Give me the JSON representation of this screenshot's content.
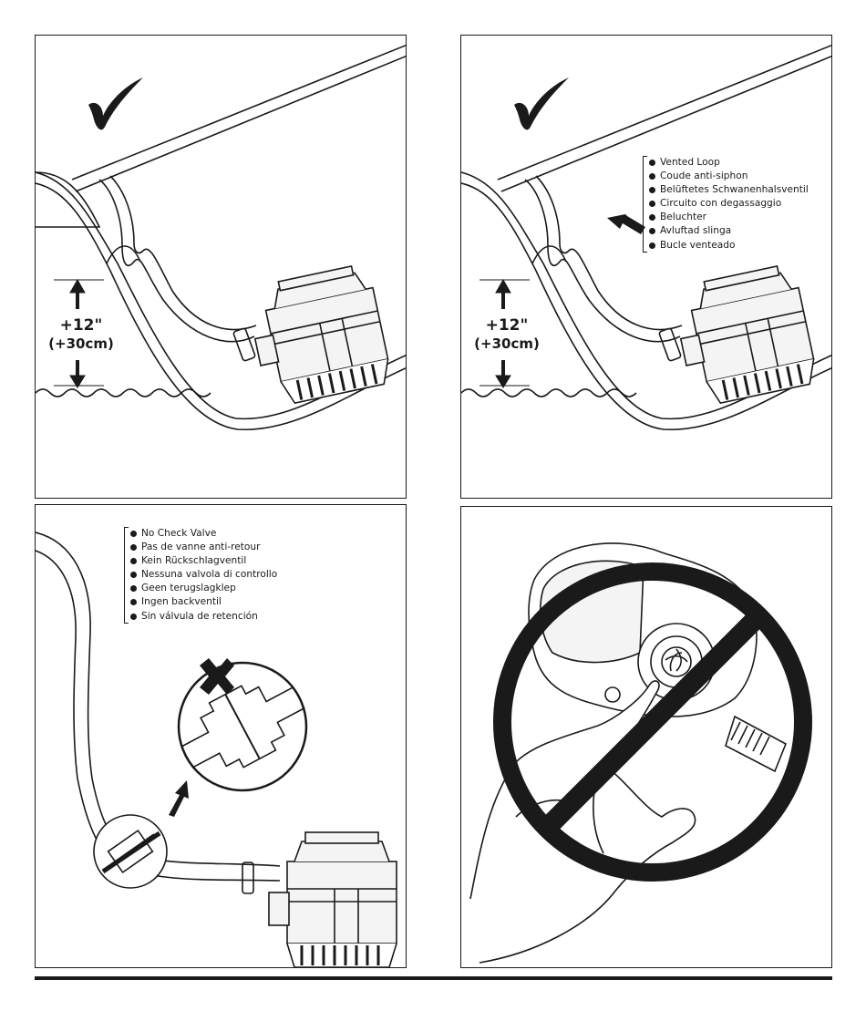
{
  "panels": {
    "vented_height": {
      "measure_inches": "+12\"",
      "measure_cm": "(+30cm)",
      "icon": "checkmark-icon"
    },
    "vented_loop": {
      "measure_inches": "+12\"",
      "measure_cm": "(+30cm)",
      "icon": "checkmark-icon",
      "labels": [
        "Vented Loop",
        "Coude anti-siphon",
        "Belüftetes Schwanenhalsventil",
        "Circuito con degassaggio",
        "Beluchter",
        "Avluftad slinga",
        "Bucle venteado"
      ]
    },
    "no_check_valve": {
      "icon": "cross-icon",
      "labels": [
        "No Check Valve",
        "Pas de vanne anti-retour",
        "Kein Rückschlagventil",
        "Nessuna valvola di controllo",
        "Geen terugslagklep",
        "Ingen backventil",
        "Sin válvula de retención"
      ]
    },
    "no_hand": {
      "icon": "prohibited-icon"
    }
  },
  "colors": {
    "ink": "#1a1a1a",
    "paper": "#ffffff",
    "pump_body": "#f4f4f4"
  }
}
